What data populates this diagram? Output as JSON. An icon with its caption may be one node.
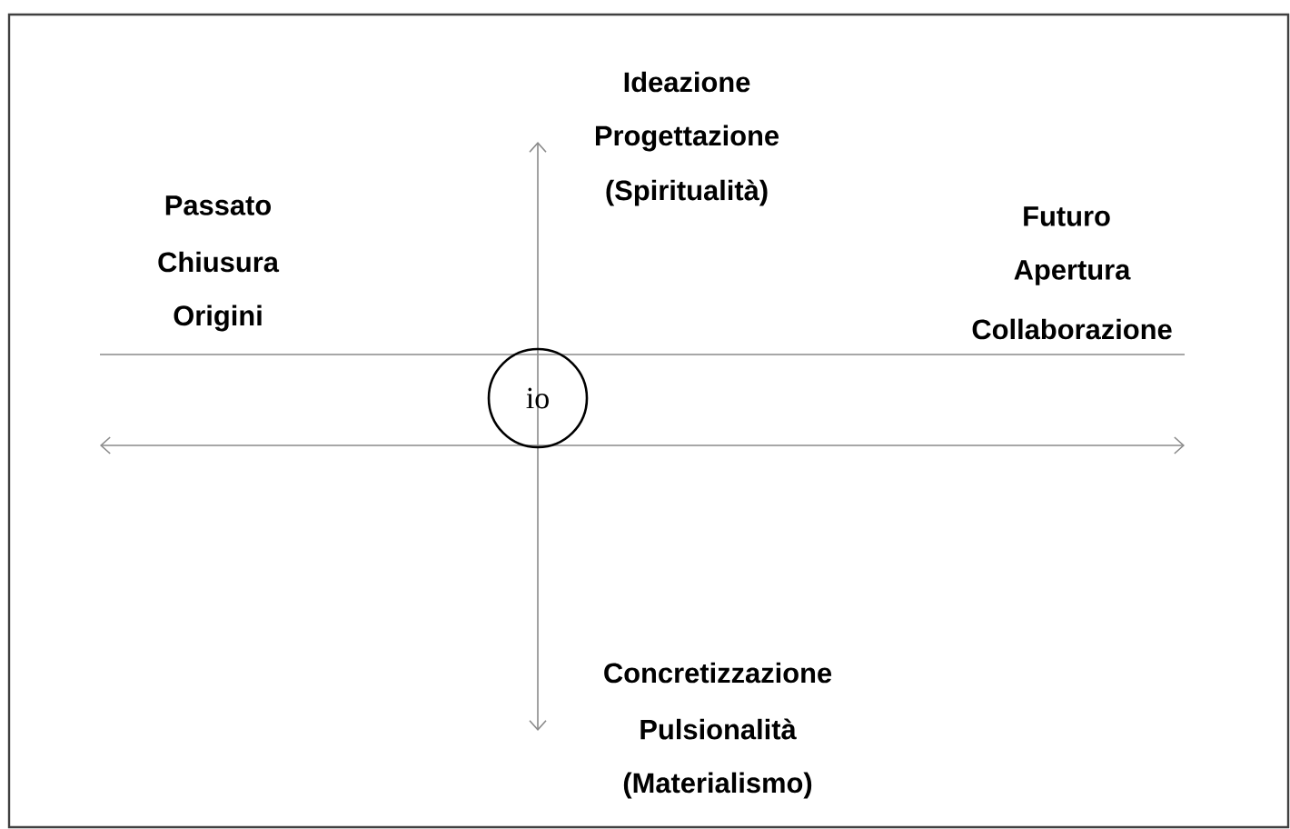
{
  "diagram": {
    "nodes": [
      {
        "text": [
          "io"
        ]
      }
    ],
    "labels": [
      "Ideazione",
      "Progettazione",
      "(Spiritualità)",
      "Passato",
      "Chiusura",
      "Origini",
      "Futuro",
      "Apertura",
      "Collaborazione",
      "Concretizzazione",
      "Pulsionalità",
      "(Materialismo)"
    ]
  }
}
